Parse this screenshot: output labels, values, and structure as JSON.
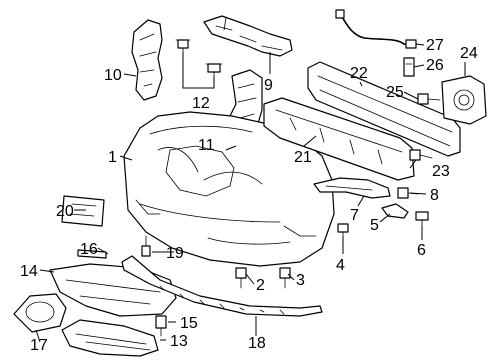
{
  "diagram": {
    "callouts": [
      {
        "id": "1",
        "text": "1"
      },
      {
        "id": "2",
        "text": "2"
      },
      {
        "id": "3",
        "text": "3"
      },
      {
        "id": "4",
        "text": "4"
      },
      {
        "id": "5",
        "text": "5"
      },
      {
        "id": "6",
        "text": "6"
      },
      {
        "id": "7",
        "text": "7"
      },
      {
        "id": "8",
        "text": "8"
      },
      {
        "id": "9",
        "text": "9"
      },
      {
        "id": "10",
        "text": "10"
      },
      {
        "id": "11",
        "text": "11"
      },
      {
        "id": "12",
        "text": "12"
      },
      {
        "id": "13",
        "text": "13"
      },
      {
        "id": "14",
        "text": "14"
      },
      {
        "id": "15",
        "text": "15"
      },
      {
        "id": "16",
        "text": "16"
      },
      {
        "id": "17",
        "text": "17"
      },
      {
        "id": "18",
        "text": "18"
      },
      {
        "id": "19",
        "text": "19"
      },
      {
        "id": "20",
        "text": "20"
      },
      {
        "id": "21",
        "text": "21"
      },
      {
        "id": "22",
        "text": "22"
      },
      {
        "id": "23",
        "text": "23"
      },
      {
        "id": "24",
        "text": "24"
      },
      {
        "id": "25",
        "text": "25"
      },
      {
        "id": "26",
        "text": "26"
      },
      {
        "id": "27",
        "text": "27"
      }
    ]
  }
}
